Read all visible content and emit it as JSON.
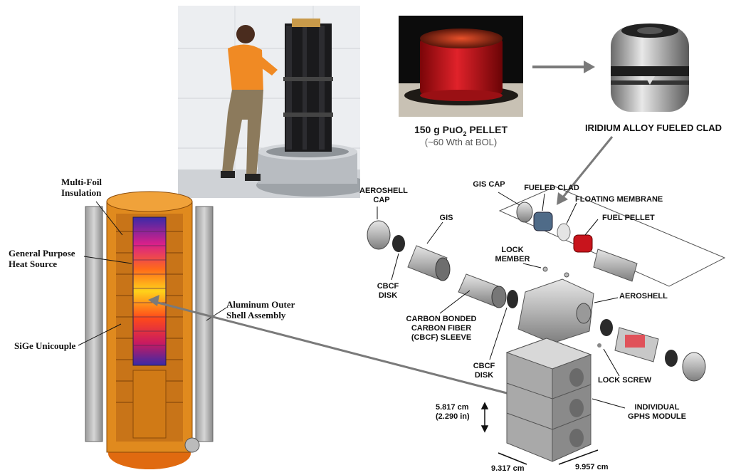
{
  "photo": {
    "label": "Photo of engineer with RTG assembly"
  },
  "pellet": {
    "title_prefix": "150 g PuO",
    "title_sub": "2",
    "title_suffix": " PELLET",
    "subtitle": "(~60 Wth at BOL)"
  },
  "clad": {
    "title": "IRIDIUM ALLOY FUELED CLAD"
  },
  "rtg_labels": {
    "multi_foil": "Multi-Foil\nInsulation",
    "gphs": "General Purpose\nHeat Source",
    "sige": "SiGe Unicouple",
    "outer_shell": "Aluminum Outer\nShell Assembly"
  },
  "gphs_labels": {
    "aeroshell_cap": "AEROSHELL\nCAP",
    "gis_cap": "GIS CAP",
    "fueled_clad": "FUELED CLAD",
    "floating_membrane": "FLOATING MEMBRANE",
    "fuel_pellet": "FUEL PELLET",
    "gis": "GIS",
    "lock_member": "LOCK\nMEMBER",
    "cbcf_disk_1": "CBCF\nDISK",
    "aeroshell": "AEROSHELL",
    "cbcf_sleeve": "CARBON BONDED\nCARBON FIBER\n(CBCF) SLEEVE",
    "cbcf_disk_2": "CBCF\nDISK",
    "lock_screw": "LOCK SCREW",
    "module": "INDIVIDUAL\nGPHS MODULE"
  },
  "dimensions": {
    "height": "5.817 cm\n(2.290 in)",
    "width": "9.317 cm",
    "depth": "9.957 cm"
  },
  "colors": {
    "orange_housing": "#e08a1e",
    "heat_hot": "#ffd21a",
    "heat_mid": "#e0222a",
    "heat_cool": "#3a2aa8",
    "pellet_red": "#c8141c",
    "arrow_gray": "#7a7a7a"
  }
}
